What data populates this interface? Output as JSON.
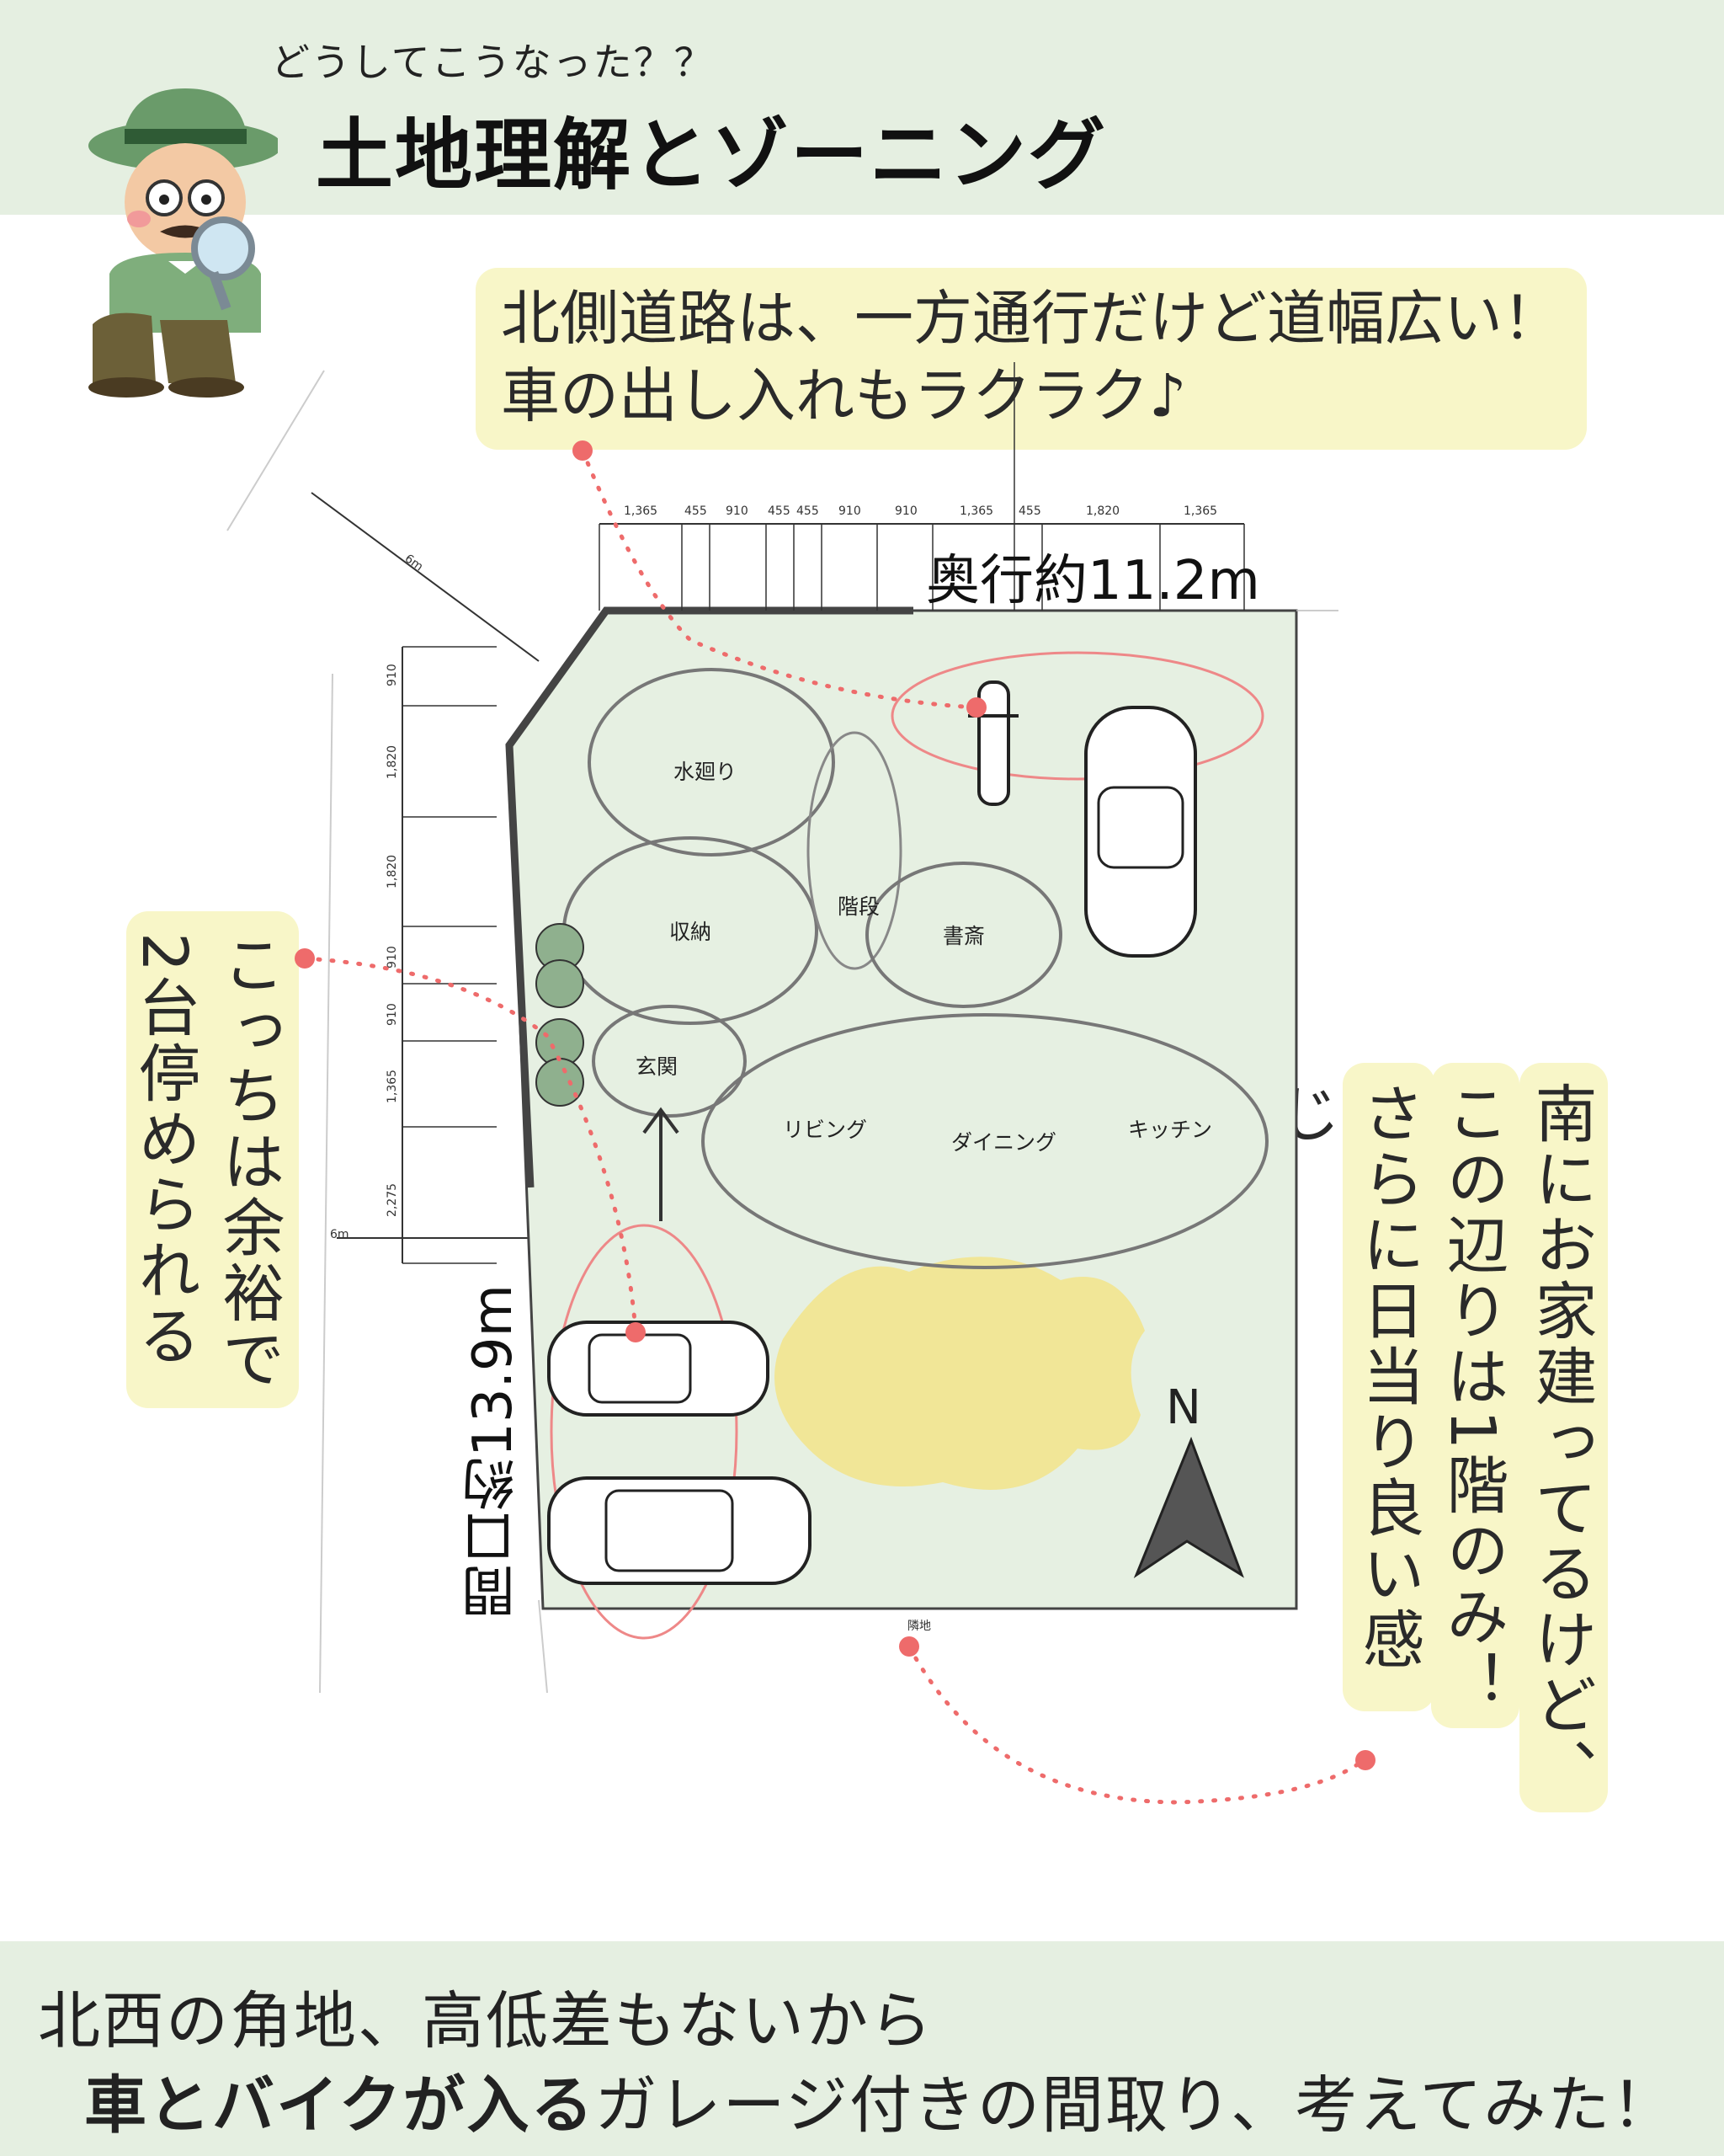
{
  "header": {
    "subtitle": "どうしてこうなった？？",
    "title": "土地理解とゾーニング"
  },
  "callouts": {
    "north_line1": "北側道路は、一方通行だけど道幅広い！",
    "north_line2": "車の出し入れもラクラク♪",
    "west": "こっちは余裕で2台停められる",
    "south_col1": "南にお家建ってるけど、",
    "south_col2": "この辺りは1階のみ！",
    "south_col3": "さらに日当り良い感じ"
  },
  "plan": {
    "depth_label": "奥行約11.2m",
    "frontage_label": "間口約13.9m",
    "road_north_width": "6m",
    "road_west_width": "6m",
    "north_arrow": "N",
    "neighbor_label": "隣地",
    "top_dims": [
      "1,365",
      "455",
      "910",
      "455",
      "455",
      "910",
      "910",
      "1,365",
      "455",
      "1,820",
      "1,365"
    ],
    "left_dims": [
      "910",
      "1,820",
      "1,820",
      "910",
      "910",
      "1,365",
      "2,275"
    ],
    "rooms": {
      "water": "水廻り",
      "storage": "収納",
      "stairs": "階段",
      "study": "書斎",
      "entrance": "玄関",
      "living": "リビング",
      "dining": "ダイニング",
      "kitchen": "キッチン"
    }
  },
  "footer": {
    "line1": "北西の角地、高低差もないから",
    "line2_bold": "車とバイクが入る",
    "line2_rest": "ガレージ付きの間取り、考えてみた！"
  },
  "colors": {
    "band": "#e5efe1",
    "callout": "#f8f6c8",
    "lot": "#e6f0e2",
    "sun": "#f2e48f",
    "dots": "#ee6b6b"
  }
}
